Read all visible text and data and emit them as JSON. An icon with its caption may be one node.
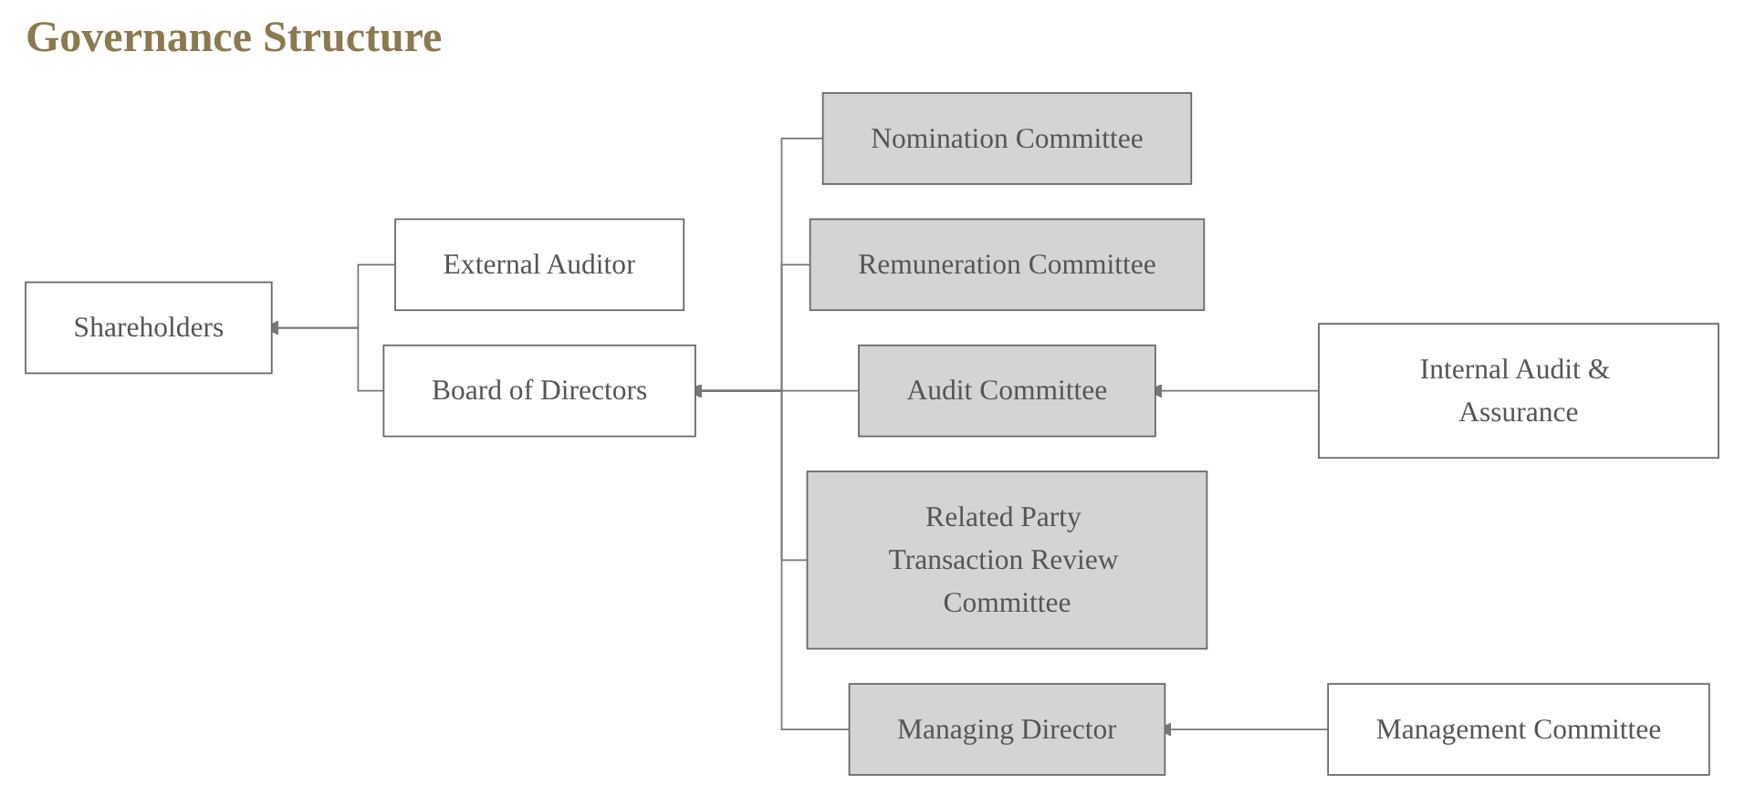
{
  "diagram": {
    "title": "Governance Structure",
    "nodes": [
      {
        "text": [
          "Shareholders"
        ]
      },
      {
        "text": [
          "External Auditor"
        ]
      },
      {
        "text": [
          "Board of Directors"
        ]
      },
      {
        "text": [
          "Nomination Committee"
        ]
      },
      {
        "text": [
          "Remuneration Committee"
        ]
      },
      {
        "text": [
          "Audit Committee"
        ]
      },
      {
        "text": [
          "Internal Audit & Assurance"
        ]
      },
      {
        "text": [
          "Related Party Transaction Review Committee"
        ]
      },
      {
        "text": [
          "Managing Director"
        ]
      },
      {
        "text": [
          "Management Committee"
        ]
      }
    ],
    "edges": [
      {
        "from": 1,
        "to": 0,
        "arrow": "to"
      },
      {
        "from": 2,
        "to": 0,
        "arrow": "to"
      },
      {
        "from": 3,
        "to": 2,
        "arrow": "to"
      },
      {
        "from": 4,
        "to": 2,
        "arrow": "to"
      },
      {
        "from": 5,
        "to": 2,
        "arrow": "to"
      },
      {
        "from": 7,
        "to": 2,
        "arrow": "to"
      },
      {
        "from": 8,
        "to": 2,
        "arrow": "to"
      },
      {
        "from": 6,
        "to": 5,
        "arrow": "to"
      },
      {
        "from": 9,
        "to": 8,
        "arrow": "to"
      }
    ]
  }
}
